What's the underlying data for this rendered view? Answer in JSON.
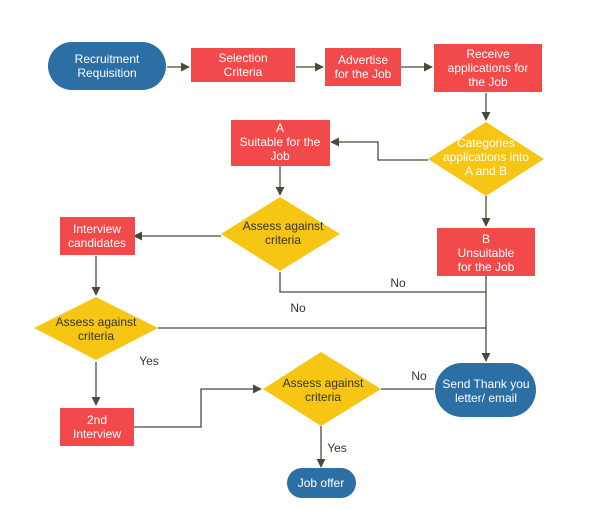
{
  "colors": {
    "terminal": "#2b6fa5",
    "process": "#f24a4a",
    "decision": "#f7c614",
    "connector": "#4a4a3a"
  },
  "nodes": {
    "recruitment_requisition": [
      "Recruitment",
      "Requisition"
    ],
    "selection_criteria": [
      "Selection",
      "Criteria"
    ],
    "advertise_job": [
      "Advertise",
      "for the Job"
    ],
    "receive_applications": [
      "Receive",
      "applications for",
      "the Job"
    ],
    "categorise_applications": [
      "Categories",
      "applications into",
      "A and B"
    ],
    "suitable_a": [
      "A",
      "Suitable for the",
      "Job"
    ],
    "unsuitable_b": [
      "B",
      "Unsuitable",
      "for the Job"
    ],
    "assess_1": [
      "Assess against",
      "criteria"
    ],
    "interview_candidates": [
      "Interview",
      "candidates"
    ],
    "assess_2": [
      "Assess against",
      "criteria"
    ],
    "second_interview": [
      "2nd",
      "Interview"
    ],
    "assess_3": [
      "Assess against",
      "criteria"
    ],
    "send_thank_you": [
      "Send Thank you",
      "letter/ email"
    ],
    "job_offer": [
      "Job offer"
    ]
  },
  "edge_labels": {
    "no_assess1": "No",
    "no_assess1_side": "No",
    "yes_assess2": "Yes",
    "no_assess3": "No",
    "yes_assess3": "Yes"
  }
}
